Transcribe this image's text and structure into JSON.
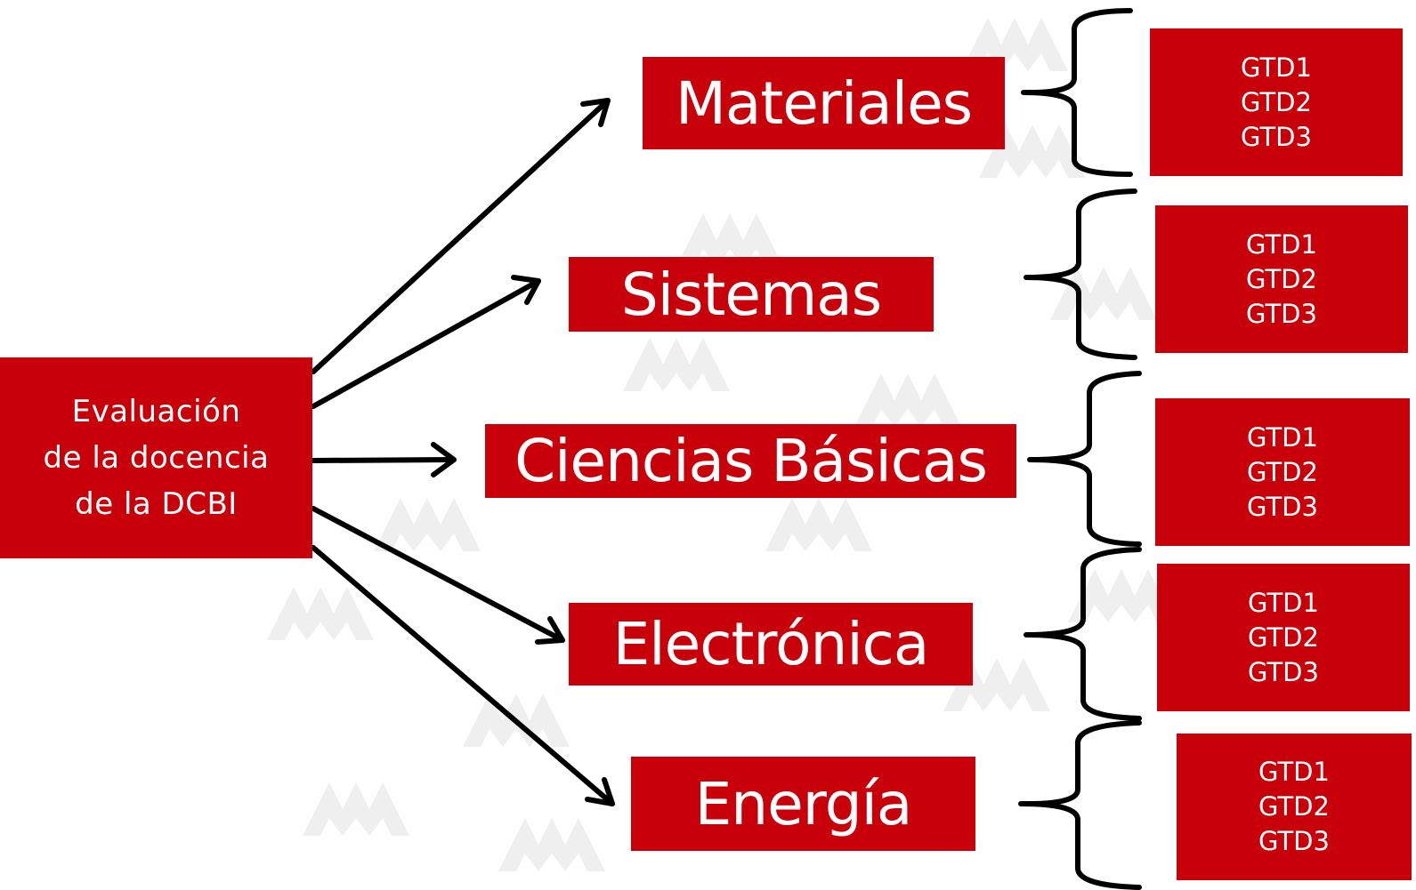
{
  "root": {
    "label": "Evaluación\nde la docencia\nde la DCBI"
  },
  "departments": [
    {
      "name": "Materiales",
      "groups": [
        "GTD1",
        "GTD2",
        "GTD3"
      ]
    },
    {
      "name": "Sistemas",
      "groups": [
        "GTD1",
        "GTD2",
        "GTD3"
      ]
    },
    {
      "name": "Ciencias Básicas",
      "groups": [
        "GTD1",
        "GTD2",
        "GTD3"
      ]
    },
    {
      "name": "Electrónica",
      "groups": [
        "GTD1",
        "GTD2",
        "GTD3"
      ]
    },
    {
      "name": "Energía",
      "groups": [
        "GTD1",
        "GTD2",
        "GTD3"
      ]
    }
  ],
  "colors": {
    "box": "#c8000a",
    "text": "#ffffff",
    "arrow": "#000000",
    "watermark": "#efefef"
  },
  "icons": {
    "watermark": "uam-logo-pattern",
    "arrow": "arrow-right-icon",
    "brace": "curly-brace-icon"
  }
}
